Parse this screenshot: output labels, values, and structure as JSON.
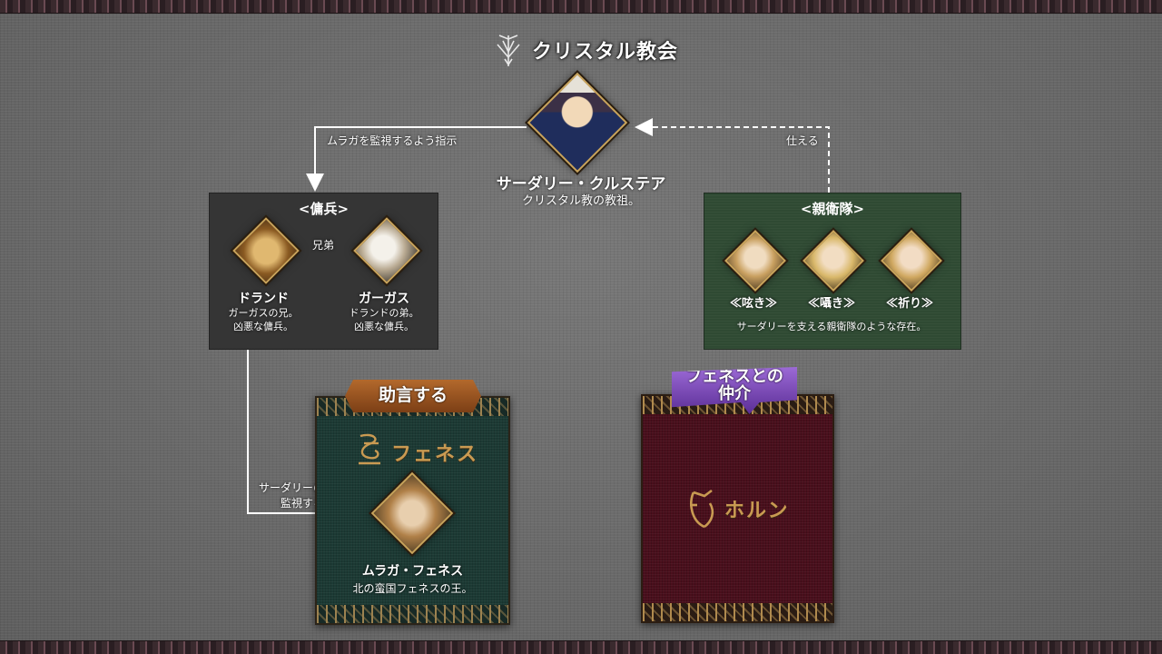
{
  "title": {
    "text": "クリスタル教会",
    "emblem": "crystal-church-emblem"
  },
  "leader": {
    "name": "サーダリー・クルステア",
    "description": "クリスタル教の教祖。"
  },
  "arrows": {
    "watch_instruction": "ムラガを監視するよう指示",
    "serves": "仕える",
    "siblings": "兄弟",
    "command_watch_line1": "サーダリーの命で",
    "command_watch_line2": "監視する"
  },
  "mercenaries": {
    "title": "<傭兵>",
    "members": [
      {
        "name": "ドランド",
        "desc1": "ガーガスの兄。",
        "desc2": "凶悪な傭兵。"
      },
      {
        "name": "ガーガス",
        "desc1": "ドランドの弟。",
        "desc2": "凶悪な傭兵。"
      }
    ]
  },
  "royal_guard": {
    "title": "<親衛隊>",
    "members": [
      "≪呟き≫",
      "≪囁き≫",
      "≪祈り≫"
    ],
    "description": "サーダリーを支える親衛隊のような存在。"
  },
  "fenes": {
    "badge": "助言する",
    "nation": "フェネス",
    "king_name": "ムラガ・フェネス",
    "king_desc": "北の蛮国フェネスの王。"
  },
  "horun": {
    "badge_line1": "フェネスとの",
    "badge_line2": "仲介",
    "nation": "ホルン"
  },
  "colors": {
    "gold": "#c9a35a",
    "guard_green": "#2f4a33",
    "fenes_teal": "#1c3a34",
    "horun_red": "#4a0f1c",
    "mediate_purple": "#7a48b8",
    "advise_orange": "#a05a24"
  }
}
